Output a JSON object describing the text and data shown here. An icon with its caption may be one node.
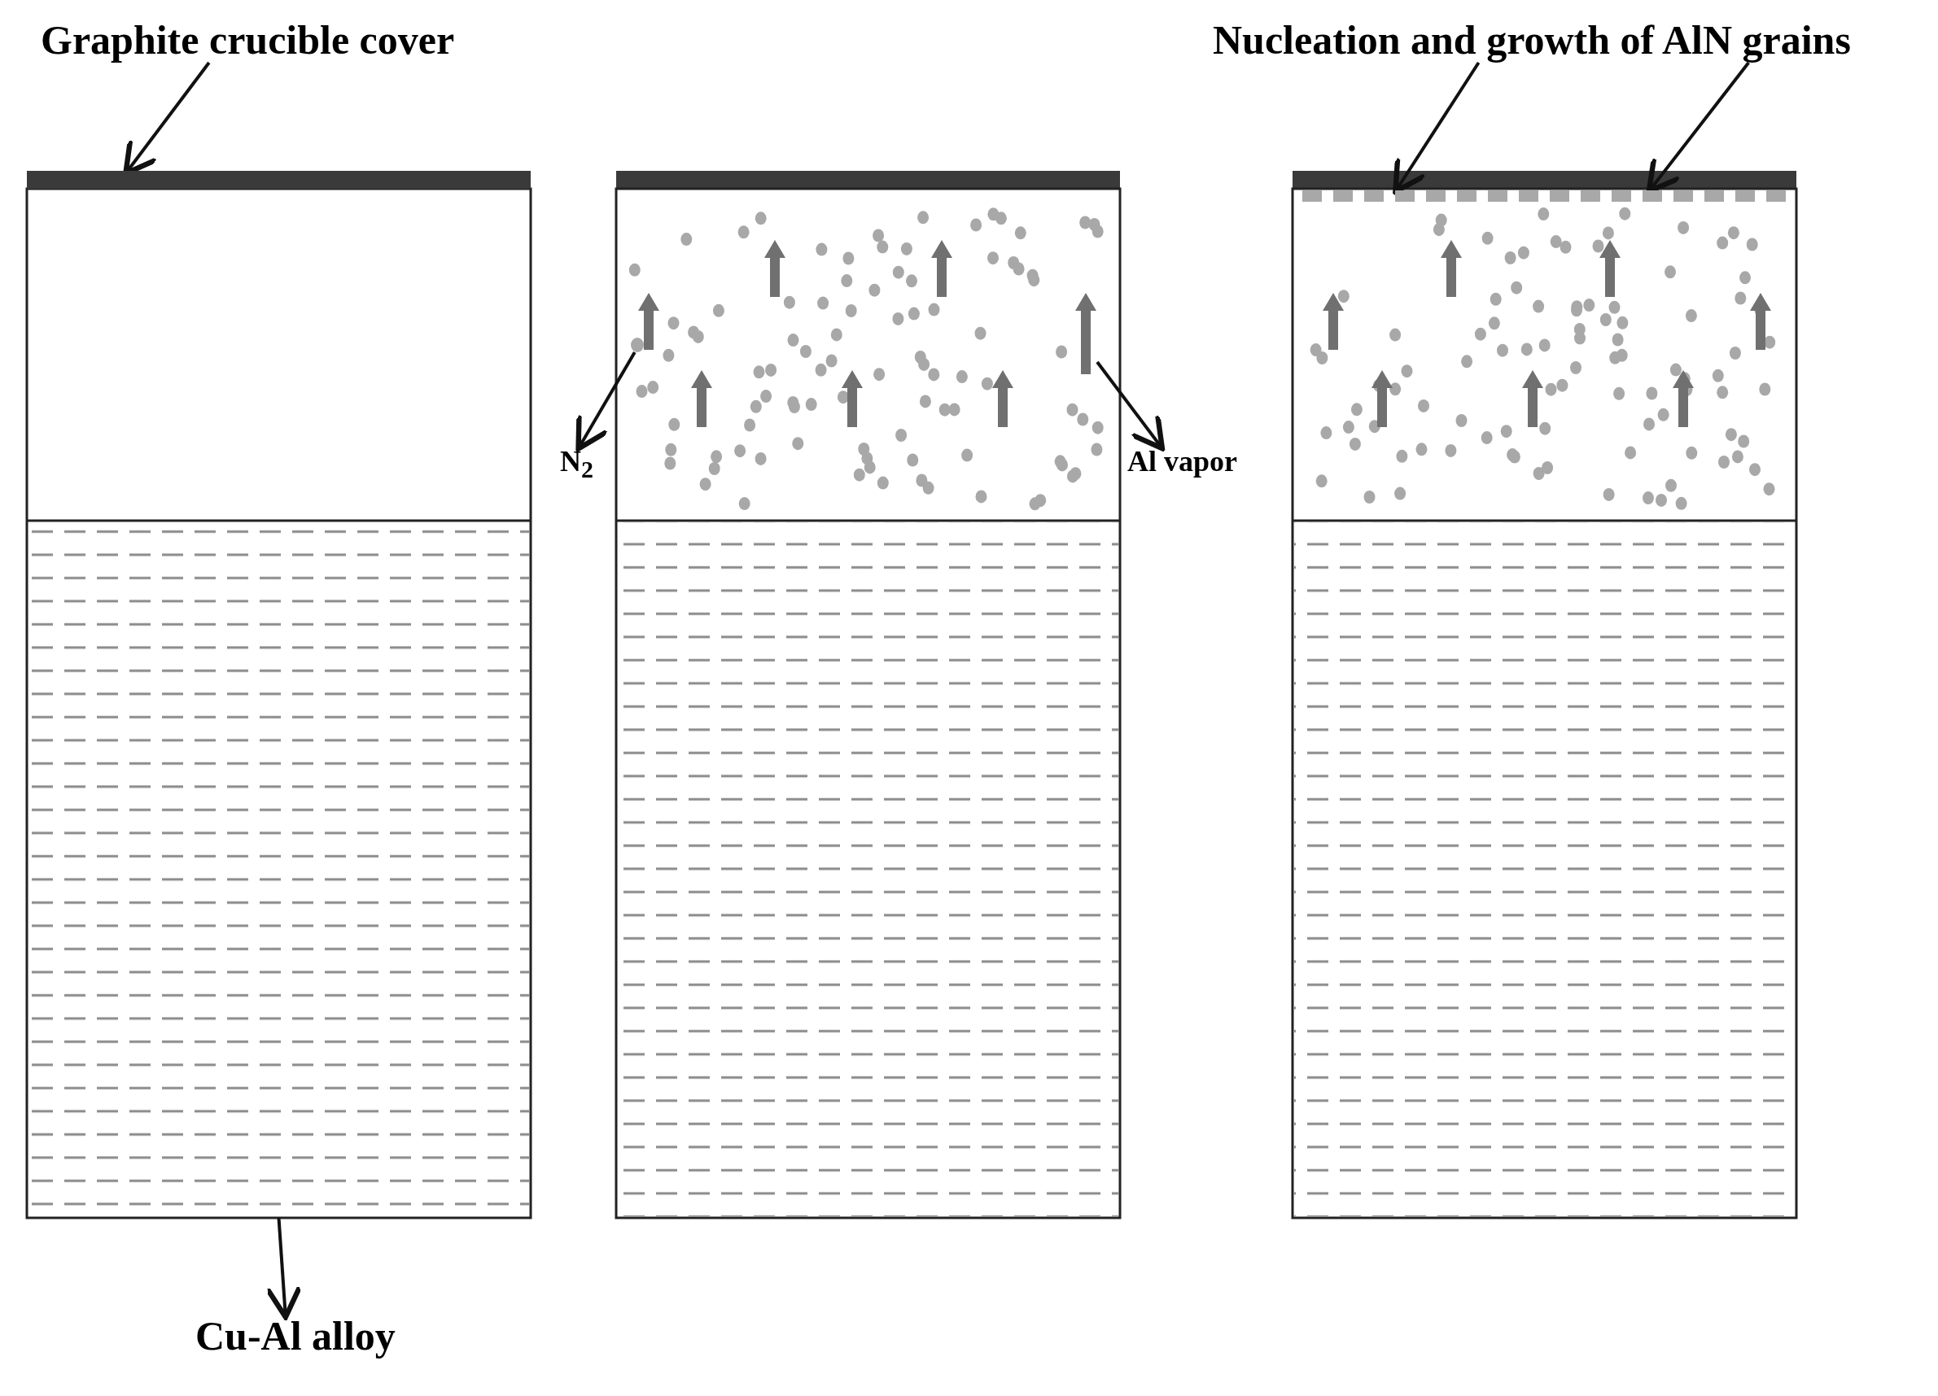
{
  "diagram": {
    "nodes": [
      {
        "text": [
          "Graphite crucible cover"
        ]
      },
      {
        "text": [],
        "shape": "bar"
      },
      {
        "text": [],
        "shape": "box"
      },
      {
        "text": [
          "Cu-Al alloy"
        ]
      },
      {
        "text": [],
        "shape": "circle"
      },
      {
        "text": [
          "N$_{2}$"
        ]
      },
      {
        "text": [],
        "shape": "arrow"
      },
      {
        "text": [
          "Al vapor"
        ]
      },
      {
        "text": [
          "Nucleation and growth of AlN grains"
        ]
      },
      {
        "text": [],
        "shape": "bar"
      }
    ],
    "edges": [
      {
        "from": 0,
        "to": 1,
        "arrow": "to"
      },
      {
        "from": 2,
        "to": 3,
        "arrow": "to"
      },
      {
        "from": 4,
        "to": 5,
        "arrow": "to"
      },
      {
        "from": 6,
        "to": 7,
        "arrow": "to"
      },
      {
        "from": 8,
        "to": 9,
        "arrow": "to"
      },
      {
        "from": 8,
        "to": 9,
        "arrow": "to"
      }
    ]
  }
}
